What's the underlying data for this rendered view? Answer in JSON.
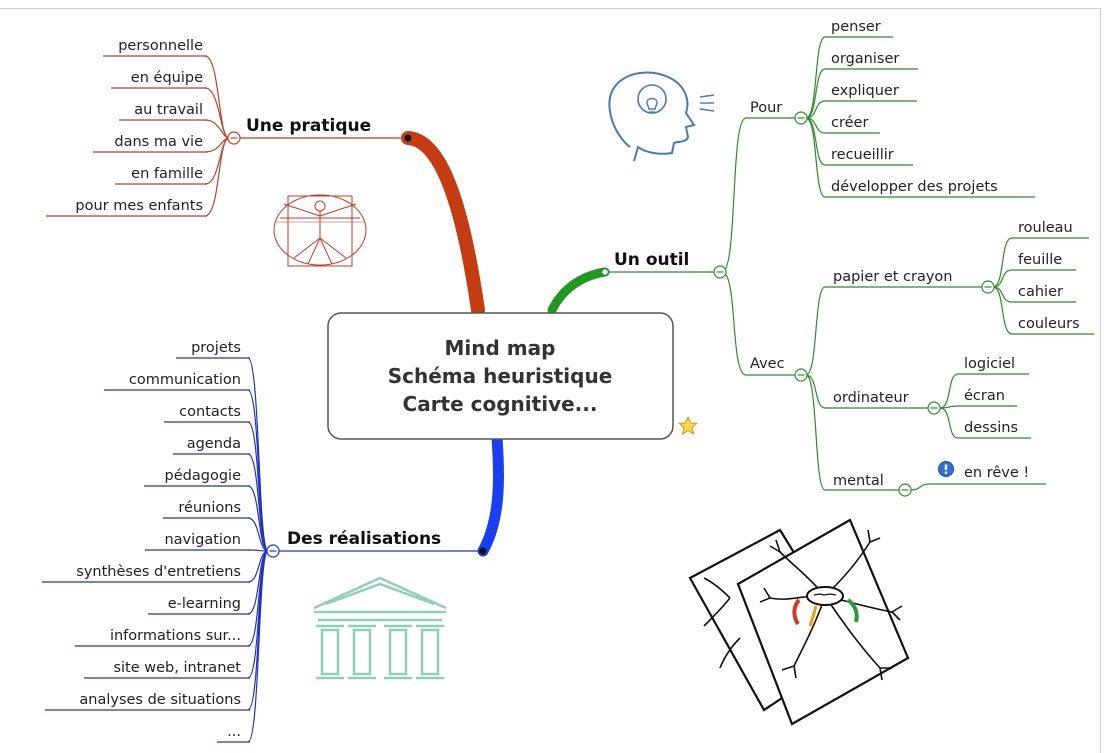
{
  "central": {
    "lines": [
      "Mind map",
      "Schéma heuristique",
      "Carte cognitive..."
    ]
  },
  "branches": {
    "pratique": {
      "label": "Une pratique",
      "color": "#c0392b",
      "items": [
        "personnelle",
        "en équipe",
        "au travail",
        "dans ma vie",
        "en famille",
        "pour mes enfants"
      ]
    },
    "outil": {
      "label": "Un outil",
      "color": "#3a8a2a",
      "pour": {
        "label": "Pour",
        "items": [
          "penser",
          "organiser",
          "expliquer",
          "créer",
          "recueillir",
          "développer des projets"
        ]
      },
      "avec": {
        "label": "Avec",
        "papier": {
          "label": "papier et crayon",
          "items": [
            "rouleau",
            "feuille",
            "cahier",
            "couleurs"
          ]
        },
        "ordinateur": {
          "label": "ordinateur",
          "items": [
            "logiciel",
            "écran",
            "dessins"
          ]
        },
        "mental": {
          "label": "mental",
          "note": "en rêve !"
        }
      }
    },
    "realisations": {
      "label": "Des réalisations",
      "color": "#1f3fd6",
      "items": [
        "projets",
        "communication",
        "contacts",
        "agenda",
        "pédagogie",
        "réunions",
        "navigation",
        "synthèses d'entretiens",
        "e-learning",
        "informations sur...",
        "site web, intranet",
        "analyses de situations",
        "..."
      ]
    }
  },
  "colors": {
    "pratique": "#b5452c",
    "outil": "#2e8b2e",
    "realisations": "#2233bb",
    "center_border": "#555555"
  },
  "icons": [
    "head-lightbulb-icon",
    "vitruvian-man-icon",
    "temple-icon",
    "mindmap-papers-icon",
    "star-icon",
    "info-icon"
  ]
}
